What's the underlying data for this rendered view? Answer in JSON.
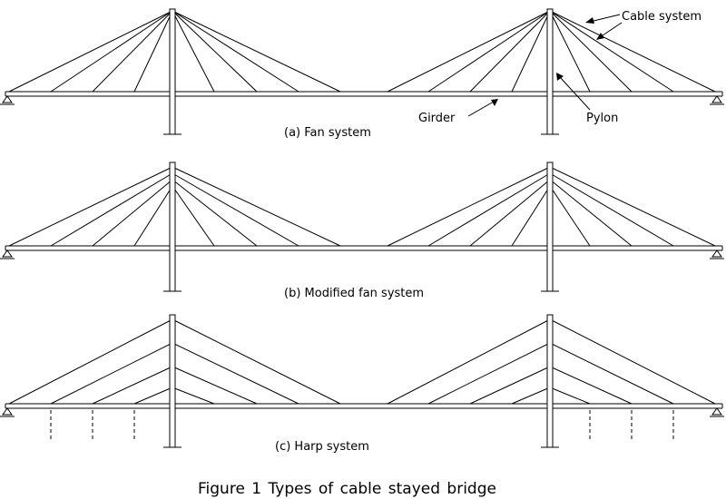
{
  "labels": {
    "cable_system": "Cable system",
    "girder": "Girder",
    "pylon": "Pylon"
  },
  "panels": [
    {
      "id": "fan",
      "caption": "(a) Fan system"
    },
    {
      "id": "modified-fan",
      "caption": "(b) Modified fan system"
    },
    {
      "id": "harp",
      "caption": "(c) Harp system"
    }
  ],
  "figure_caption": "Figure 1  Types of cable stayed bridge",
  "colors": {
    "line": "#000000",
    "background": "#ffffff"
  }
}
